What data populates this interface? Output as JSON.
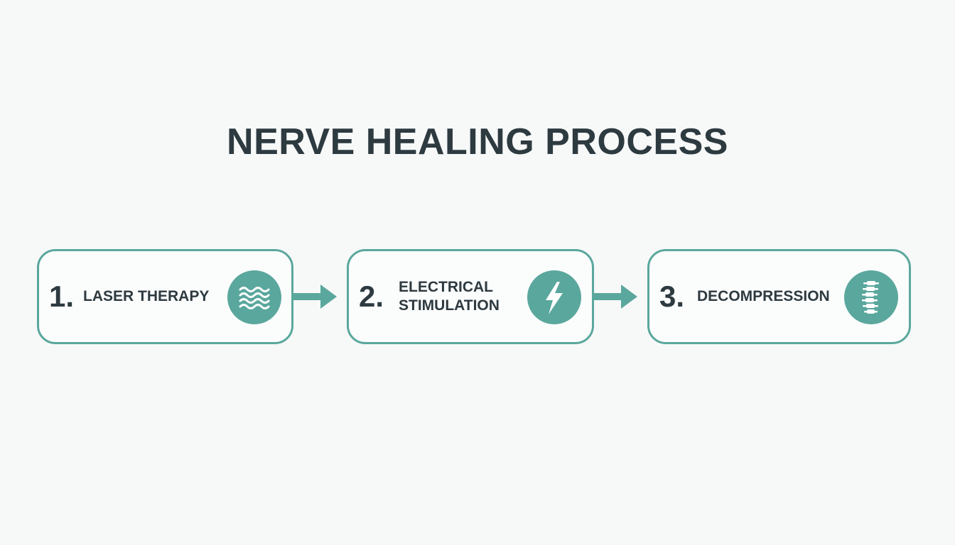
{
  "diagram": {
    "title": "NERVE HEALING PROCESS",
    "steps": [
      {
        "number": "1.",
        "label_lines": [
          "LASER THERAPY"
        ],
        "icon": "waves-icon"
      },
      {
        "number": "2.",
        "label_lines": [
          "ELECTRICAL",
          "STIMULATION"
        ],
        "icon": "lightning-bolt-icon"
      },
      {
        "number": "3.",
        "label_lines": [
          "DECOMPRESSION"
        ],
        "icon": "spine-icon"
      }
    ],
    "connectors": [
      "arrow-right",
      "arrow-right"
    ]
  },
  "colors": {
    "background": "#f7f8f8",
    "accent": "#5aa79d",
    "text": "#2d3a40"
  }
}
